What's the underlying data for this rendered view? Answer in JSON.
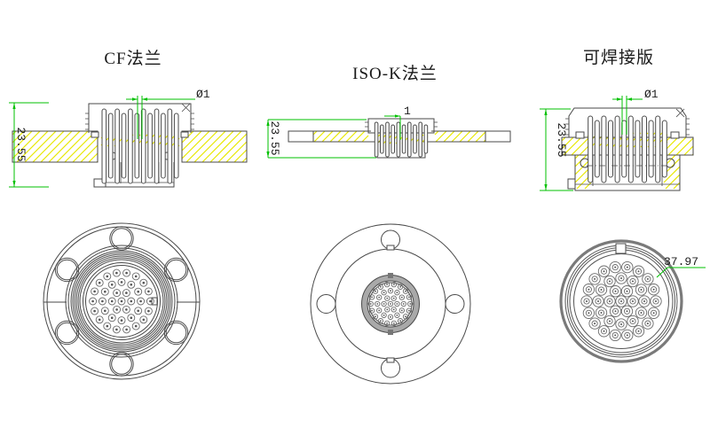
{
  "drawing": {
    "views": {
      "cf": {
        "title": "CF法兰",
        "dim_pin_diameter": "Ø1",
        "dim_height": "23.55",
        "pin_rings": [
          1,
          6,
          12,
          18
        ]
      },
      "isok": {
        "title": "ISO-K法兰",
        "dim_pin_diameter": "1",
        "dim_height": "23.55",
        "pin_rings": [
          1,
          6,
          12,
          18
        ]
      },
      "weldable": {
        "title": "可焊接版",
        "dim_pin_diameter": "Ø1",
        "dim_height": "23.55",
        "dim_outer_diameter": "37.97",
        "pin_rings": [
          1,
          6,
          12,
          18
        ]
      }
    },
    "colors": {
      "dimension_green": "#00c000",
      "hatch_yellow": "#e8e800",
      "line_gray": "#4a4a4a",
      "fill_gray": "#a9a9a9"
    }
  }
}
